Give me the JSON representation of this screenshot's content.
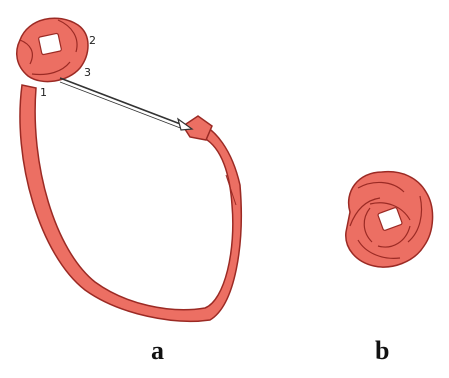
{
  "labels": {
    "step1": "1",
    "step2": "2",
    "step3": "3"
  },
  "captions": {
    "a": "a",
    "b": "b"
  },
  "colors": {
    "ribbon_fill": "#ec6f63",
    "ribbon_edge": "#9b2a24",
    "arrow": "#333333"
  }
}
